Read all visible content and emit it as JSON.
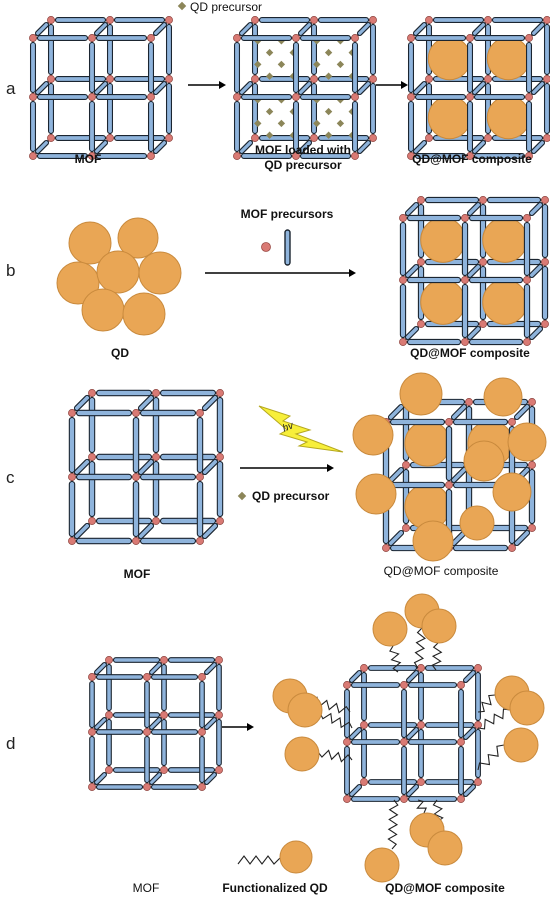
{
  "colors": {
    "rod_fill": "#8fb4dc",
    "rod_stroke": "#1b2530",
    "node": "#d97a74",
    "qd_fill": "#e9a655",
    "qd_stroke": "#c98a3d",
    "precursor": "#8c8659",
    "bolt": "#f7ef3a",
    "spring": "#222222",
    "arrow": "#000000"
  },
  "icons": [
    "mof-cube-icon",
    "qd-sphere-icon",
    "precursor-diamond-icon",
    "node-dot-icon",
    "linker-rod-icon",
    "light-bolt-icon",
    "spring-linker-icon",
    "arrow-icon"
  ],
  "legend_top": {
    "text": "QD precursor"
  },
  "rows": [
    {
      "letter": "a",
      "captions": {
        "mof": "MOF",
        "loaded_1": "MOF loaded with",
        "loaded_2": "QD precursor",
        "composite": "QD@MOF composite"
      }
    },
    {
      "letter": "b",
      "captions": {
        "precursors": "MOF precursors",
        "qd": "QD",
        "composite": "QD@MOF composite"
      }
    },
    {
      "letter": "c",
      "captions": {
        "bolt": "hv",
        "precursor": "QD precursor",
        "mof": "MOF",
        "composite": "QD@MOF composite"
      }
    },
    {
      "letter": "d",
      "captions": {
        "mof": "MOF",
        "functionalized": "Functionalized QD",
        "composite": "QD@MOF composite"
      }
    }
  ]
}
